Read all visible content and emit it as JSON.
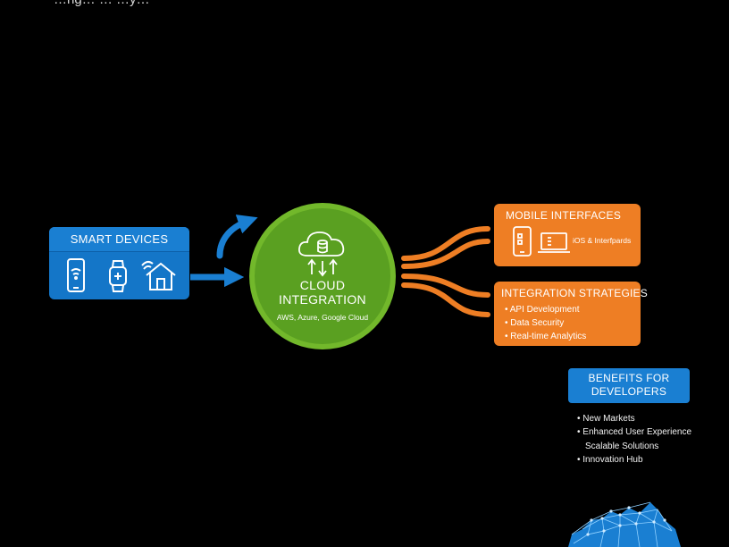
{
  "partial_title": "…ng… … …y…",
  "smart_devices": {
    "title": "SMART DEVICES",
    "icons": [
      "smartphone-wifi-icon",
      "smartwatch-icon",
      "smart-home-icon"
    ]
  },
  "cloud": {
    "title_line1": "CLOUD",
    "title_line2": "INTEGRATION",
    "providers": "AWS, Azure, Google Cloud",
    "icon": "cloud-database-icon"
  },
  "mobile_interfaces": {
    "title": "MOBILE INTERFACES",
    "subtitle": "iOS & Interfpards",
    "icons": [
      "phone-icon",
      "laptop-icon"
    ]
  },
  "integration_strategies": {
    "title": "INTEGRATION STRATEGIES",
    "items": [
      "API Development",
      "Data Security",
      "Real-time Analytics"
    ]
  },
  "benefits": {
    "title_line1": "BENEFITS FOR",
    "title_line2": "DEVELOPERS",
    "items": [
      "New Markets",
      "Enhanced User Experience",
      "Scalable Solutions",
      "Innovation Hub"
    ]
  },
  "colors": {
    "blue": "#1476c8",
    "green": "#72b82b",
    "orange": "#ee7e24",
    "background": "#000000"
  }
}
